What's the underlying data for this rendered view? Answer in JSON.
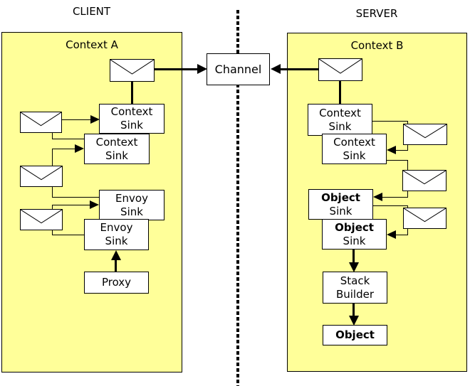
{
  "titles": {
    "client": "CLIENT",
    "server": "SERVER"
  },
  "contexts": {
    "a_title": "Context A",
    "b_title": "Context B"
  },
  "channel": {
    "label": "Channel"
  },
  "nodes": {
    "client_context_sink_1": {
      "line1": "Context",
      "line2": "Sink"
    },
    "client_context_sink_2": {
      "line1": "Context",
      "line2": "Sink"
    },
    "client_envoy_sink_1": {
      "line1": "Envoy",
      "line2": "Sink"
    },
    "client_envoy_sink_2": {
      "line1": "Envoy",
      "line2": "Sink"
    },
    "proxy": {
      "label": "Proxy"
    },
    "server_context_sink_1": {
      "line1": "Context",
      "line2": "Sink"
    },
    "server_context_sink_2": {
      "line1": "Context",
      "line2": "Sink"
    },
    "server_object_sink_1": {
      "line1": "Object",
      "line2": "Sink"
    },
    "server_object_sink_2": {
      "line1": "Object",
      "line2": "Sink"
    },
    "stack_builder": {
      "line1": "Stack",
      "line2": "Builder"
    },
    "object": {
      "label": "Object"
    }
  },
  "icons": {
    "envelope": "message-envelope"
  },
  "colors": {
    "context_fill": "#FFFF99",
    "node_fill": "#FFFFFF",
    "line": "#000000",
    "background": "#FFFFFF"
  },
  "edges": [
    {
      "from": "client-message-1",
      "to": "channel",
      "type": "thick-arrow"
    },
    {
      "from": "client-message-1",
      "to": "client-context-sink-1",
      "type": "line"
    },
    {
      "from": "client-message-2",
      "to": "client-context-sink-1",
      "type": "arrow"
    },
    {
      "from": "client-message-2",
      "to": "client-context-sink-2",
      "type": "line"
    },
    {
      "from": "client-message-3",
      "to": "client-context-sink-2",
      "type": "arrow"
    },
    {
      "from": "client-message-3",
      "to": "client-envoy-sink-1",
      "type": "line"
    },
    {
      "from": "client-message-4",
      "to": "client-envoy-sink-1",
      "type": "arrow"
    },
    {
      "from": "client-message-4",
      "to": "client-envoy-sink-2",
      "type": "line"
    },
    {
      "from": "proxy",
      "to": "client-envoy-sink-2",
      "type": "thick-arrow"
    },
    {
      "from": "server-message-1",
      "to": "channel",
      "type": "thick-arrow"
    },
    {
      "from": "server-message-1",
      "to": "server-context-sink-1",
      "type": "line"
    },
    {
      "from": "server-context-sink-1",
      "to": "server-message-2",
      "type": "line"
    },
    {
      "from": "server-message-2",
      "to": "server-context-sink-2",
      "type": "arrow"
    },
    {
      "from": "server-context-sink-2",
      "to": "server-message-3",
      "type": "line"
    },
    {
      "from": "server-message-3",
      "to": "server-object-sink-1",
      "type": "arrow"
    },
    {
      "from": "server-object-sink-1",
      "to": "server-message-4",
      "type": "line"
    },
    {
      "from": "server-message-4",
      "to": "server-object-sink-2",
      "type": "arrow"
    },
    {
      "from": "server-object-sink-2",
      "to": "stack-builder",
      "type": "thick-arrow"
    },
    {
      "from": "stack-builder",
      "to": "object",
      "type": "thick-arrow"
    }
  ]
}
